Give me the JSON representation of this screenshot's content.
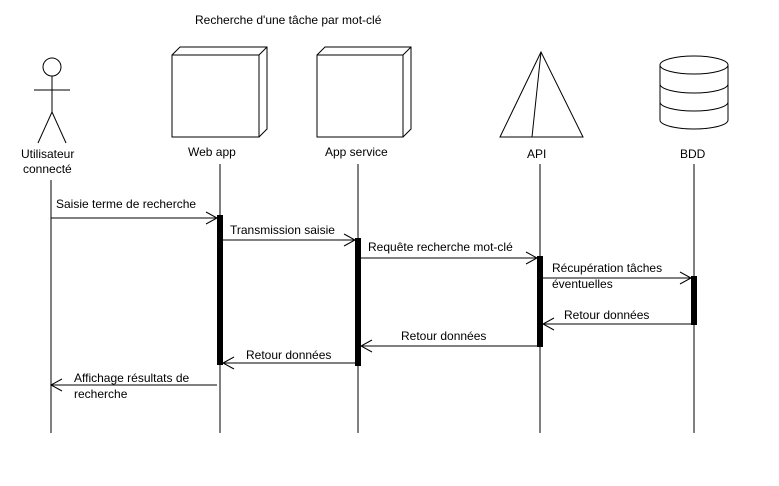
{
  "diagram": {
    "title": "Recherche d'une tâche par mot-clé",
    "participants": {
      "user": {
        "name_line1": "Utilisateur",
        "name_line2": "connecté",
        "icon": "stick-figure-icon"
      },
      "webapp": {
        "name": "Web app",
        "icon": "3d-box-icon"
      },
      "appservice": {
        "name": "App service",
        "icon": "3d-box-icon"
      },
      "api": {
        "name": "API",
        "icon": "pyramid-icon"
      },
      "bdd": {
        "name": "BDD",
        "icon": "database-cylinder-icon"
      }
    },
    "messages": {
      "m1": {
        "text": "Saisie terme de recherche"
      },
      "m2": {
        "text": "Transmission saisie"
      },
      "m3": {
        "text": "Requête recherche mot-clé"
      },
      "m4": {
        "line1": "Récupération tâches",
        "line2": "éventuelles"
      },
      "m5": {
        "text": "Retour données"
      },
      "m6": {
        "text": "Retour données"
      },
      "m7": {
        "text": "Retour données"
      },
      "m8": {
        "line1": "Affichage résultats de",
        "line2": "recherche"
      }
    }
  }
}
